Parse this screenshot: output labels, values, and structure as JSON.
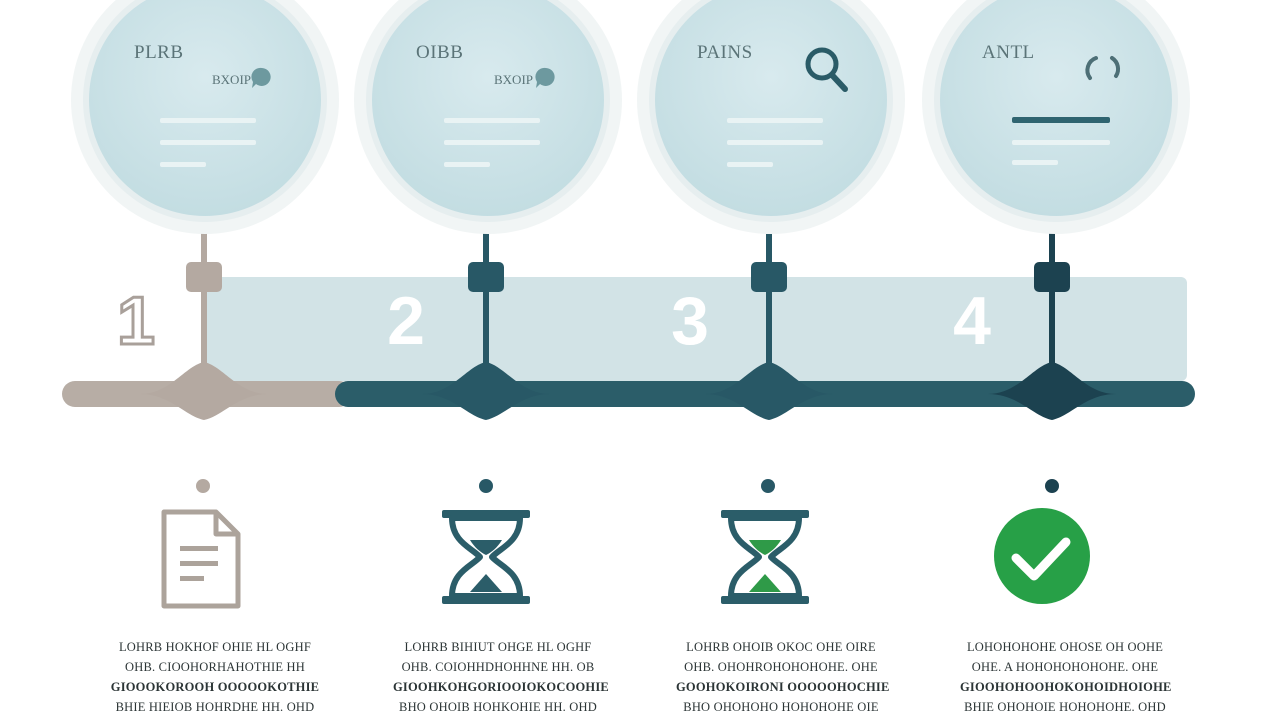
{
  "colors": {
    "bubble_fill": "#cfe4e8",
    "bubble_ring": "#eef3f3",
    "track_light": "#c9dcdf",
    "dark_teal": "#2d5f6b",
    "deep_teal": "#1d4755",
    "taupe": "#b6aba3",
    "green": "#2aa04a"
  },
  "steps": [
    {
      "number": "1",
      "bubble_title": "PLRB",
      "bubble_sub": "BXOIP",
      "bubble_icon": "bubble-chat-icon",
      "icon": "document-icon",
      "desc_lines": [
        "LOHRB HOKHOF OHIE HL OGHF",
        "OHB. CIOOHORHAHOTHIE HH",
        "GIOOOKOROOH OOOOOKOTHIE",
        "BHIE HIEIOB HOHRDHE HH. OHD"
      ]
    },
    {
      "number": "2",
      "bubble_title": "OIBB",
      "bubble_sub": "BXOIP",
      "bubble_icon": "bubble-chat-icon",
      "icon": "hourglass-icon",
      "desc_lines": [
        "LOHRB BIHIUT OHGE HL OGHF",
        "OHB. COIOHHDHOHHNE HH. OB",
        "GIOOHKOHGORIOOIOKOCOOHIE",
        "BHO OHOIB HOHKOHIE HH. OHD"
      ]
    },
    {
      "number": "3",
      "bubble_title": "PAINS",
      "bubble_sub": "",
      "bubble_icon": "search-icon",
      "icon": "hourglass-icon",
      "desc_lines": [
        "LOHRB OHOIB OKOC OHE OIRE",
        "OHB. OHOHROHOHOHOHE. OHE",
        "GOOHOKOIRONI OOOOOHOCHIE",
        "BHO OHOHOHO HOHOHOHE OIE"
      ]
    },
    {
      "number": "4",
      "bubble_title": "ANTL",
      "bubble_sub": "",
      "bubble_icon": "refresh-icon",
      "icon": "check-circle-icon",
      "desc_lines": [
        "LOHOHOHOHE OHOSE OH OOHE",
        "OHE. A HOHOHOHOHOHE. OHE",
        "GIOOHOHOOHOKOHOIDHOIOHE",
        "BHIE OHOHOIE HOHOHOHE. OHD"
      ]
    }
  ]
}
